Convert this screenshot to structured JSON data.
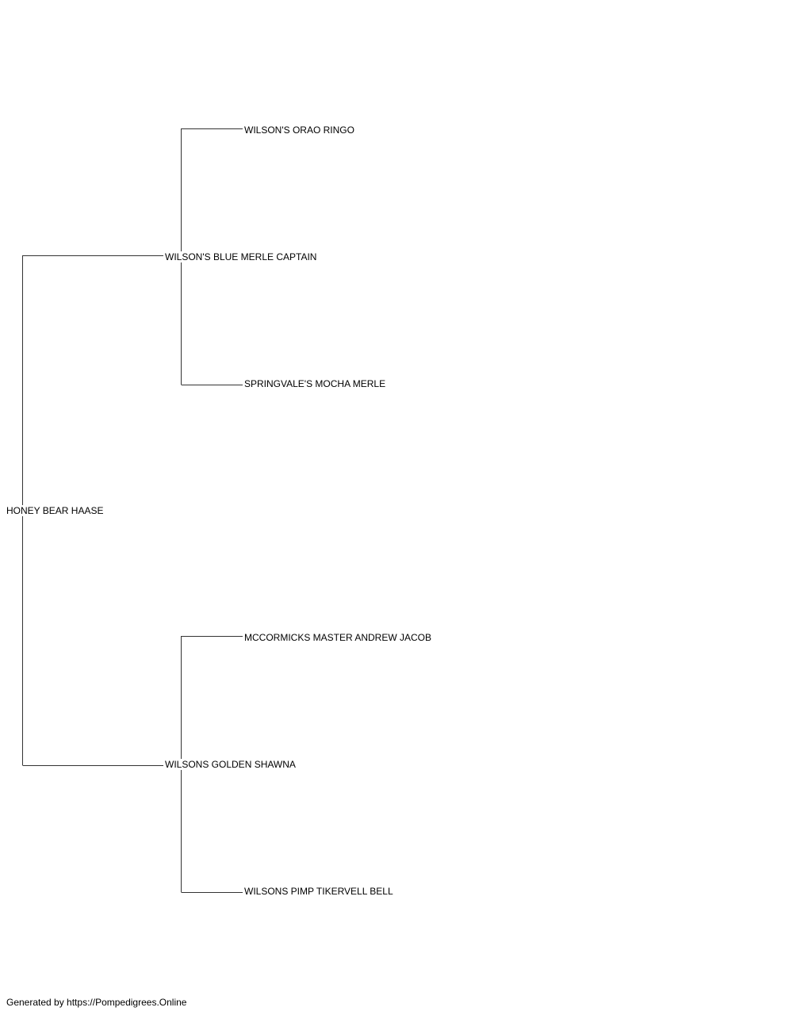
{
  "pedigree": {
    "subject": "HONEY BEAR HAASE",
    "sire": {
      "name": "WILSON'S BLUE MERLE CAPTAIN",
      "sire": "WILSON'S ORAO RINGO",
      "dam": "SPRINGVALE'S MOCHA MERLE"
    },
    "dam": {
      "name": "WILSONS GOLDEN SHAWNA",
      "sire": "MCCORMICKS MASTER ANDREW JACOB",
      "dam": "WILSONS PIMP TIKERVELL BELL"
    }
  },
  "footer": {
    "text": "Generated by https://Pompedigrees.Online"
  }
}
